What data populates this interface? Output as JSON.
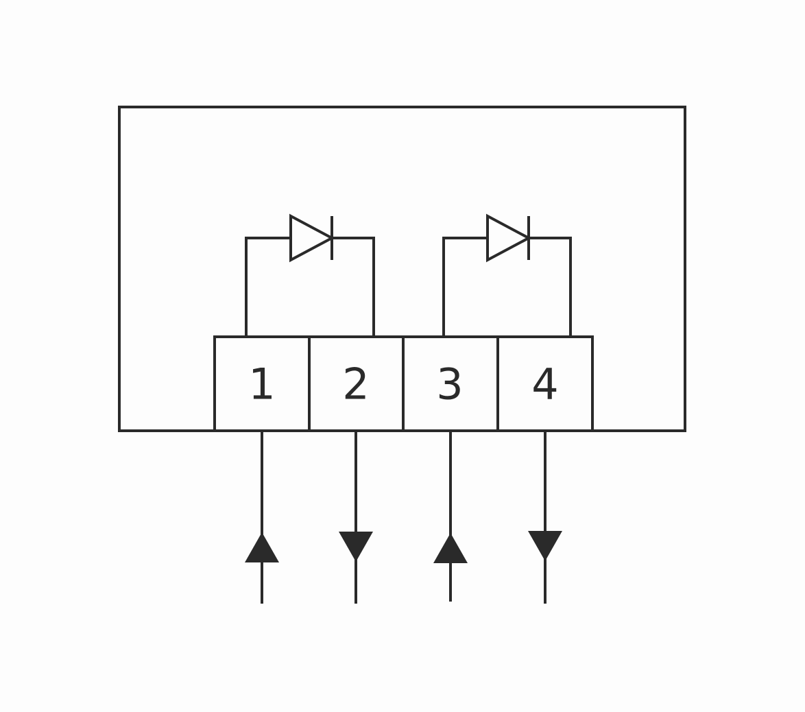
{
  "diagram": {
    "terminals": [
      {
        "label": "1",
        "current_direction": "in"
      },
      {
        "label": "2",
        "current_direction": "out"
      },
      {
        "label": "3",
        "current_direction": "in"
      },
      {
        "label": "4",
        "current_direction": "out"
      }
    ],
    "diodes": [
      {
        "anode_terminal": "1",
        "cathode_terminal": "2"
      },
      {
        "anode_terminal": "3",
        "cathode_terminal": "4"
      }
    ],
    "colors": {
      "line": "#2a2a2a",
      "background": "#fdfdfd"
    }
  }
}
